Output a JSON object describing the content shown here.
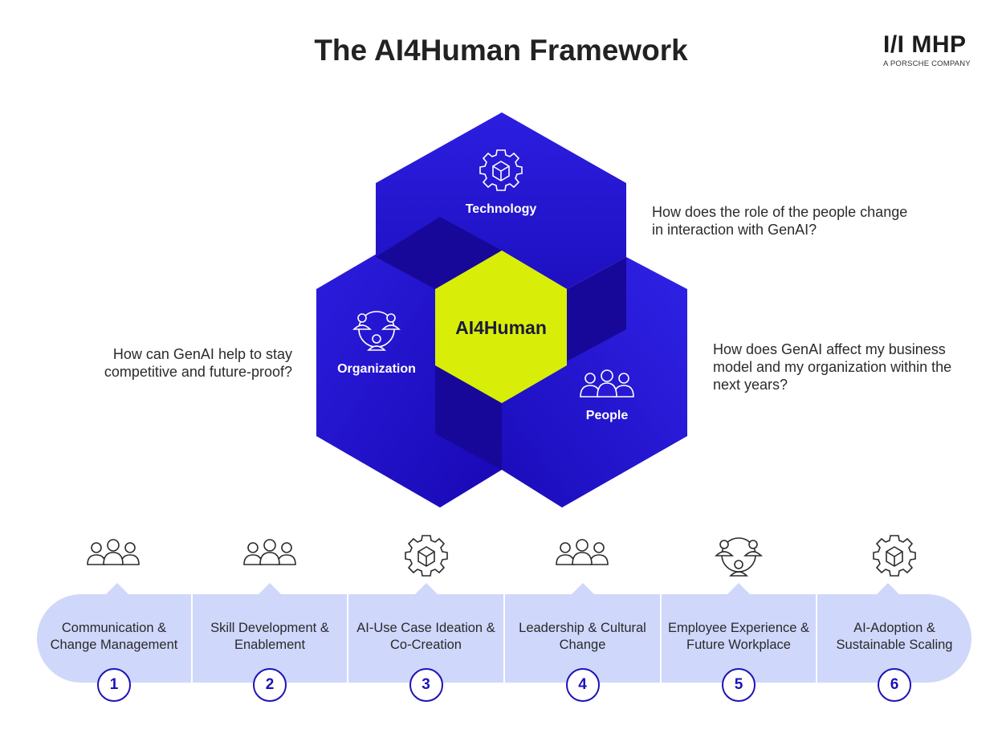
{
  "title": "The AI4Human Framework",
  "logo": {
    "mark": "MHP",
    "sub": "A PORSCHE COMPANY"
  },
  "diagram": {
    "center": "AI4Human",
    "technology": "Technology",
    "organization": "Organization",
    "people": "People"
  },
  "questions": {
    "top": "How does the role of the people change in interaction with GenAI?",
    "left": "How can GenAI help to stay competitive and future-proof?",
    "right": "How does GenAI affect my business model and my organization within the next years?"
  },
  "steps": [
    {
      "label": "Communication & Change Management",
      "number": "1",
      "icon": "people-group-icon"
    },
    {
      "label": "Skill Development & Enablement",
      "number": "2",
      "icon": "people-group-icon"
    },
    {
      "label": "AI-Use Case Ideation & Co-Creation",
      "number": "3",
      "icon": "gear-cube-icon"
    },
    {
      "label": "Leadership & Cultural Change",
      "number": "4",
      "icon": "people-group-icon"
    },
    {
      "label": "Employee Experience & Future Workplace",
      "number": "5",
      "icon": "network-people-icon"
    },
    {
      "label": "AI-Adoption & Sustainable Scaling",
      "number": "6",
      "icon": "gear-cube-icon"
    }
  ],
  "colors": {
    "hex_blue": "#2a19d8",
    "hex_dark": "#17089a",
    "center_lime": "#d8ee08",
    "band": "#cfd7fb",
    "accent": "#1c12b8"
  }
}
